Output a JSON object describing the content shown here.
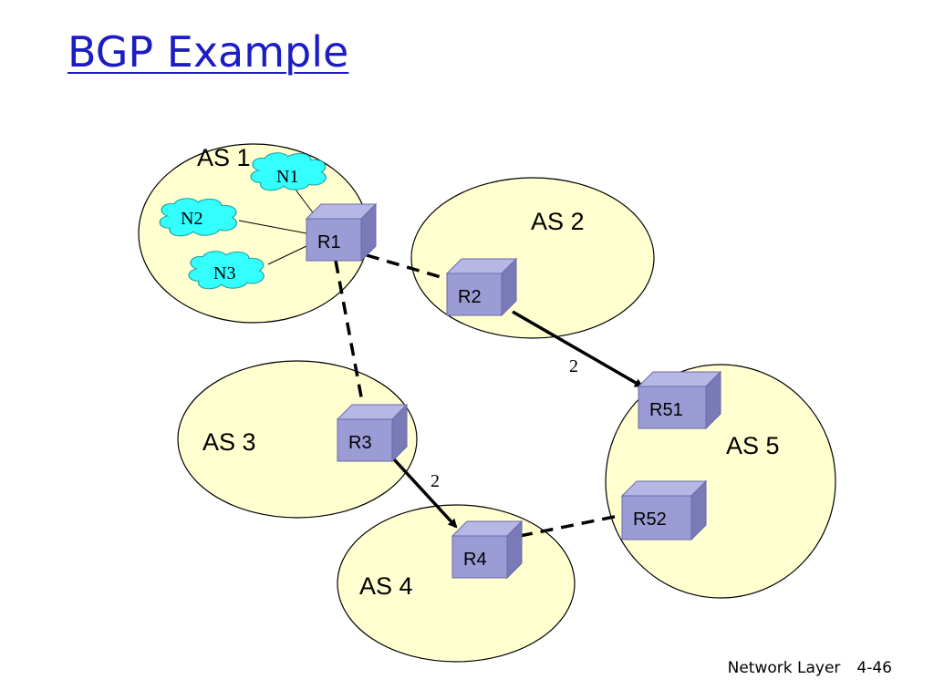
{
  "title": "BGP Example",
  "autonomous_systems": [
    {
      "id": "as1",
      "label": "AS 1"
    },
    {
      "id": "as2",
      "label": "AS 2"
    },
    {
      "id": "as3",
      "label": "AS 3"
    },
    {
      "id": "as4",
      "label": "AS 4"
    },
    {
      "id": "as5",
      "label": "AS 5"
    }
  ],
  "networks": [
    "N1",
    "N2",
    "N3"
  ],
  "routers": [
    "R1",
    "R2",
    "R3",
    "R4",
    "R51",
    "R52"
  ],
  "links": [
    {
      "from": "R1",
      "to": "R2",
      "style": "dashed"
    },
    {
      "from": "R1",
      "to": "R3",
      "style": "dashed"
    },
    {
      "from": "R4",
      "to": "R52",
      "style": "dashed"
    },
    {
      "from": "R2",
      "to": "R51",
      "style": "arrow",
      "label": "2"
    },
    {
      "from": "R3",
      "to": "R4",
      "style": "arrow",
      "label": "2"
    }
  ],
  "colors": {
    "title": "#1c1cc4",
    "as_fill": "#ffffd0",
    "router_front": "#9b9bd6",
    "router_top": "#b7b7e6",
    "router_side": "#7a7ab8",
    "cloud": "#33ffff"
  },
  "footer": {
    "section": "Network Layer",
    "page": "4-46"
  }
}
